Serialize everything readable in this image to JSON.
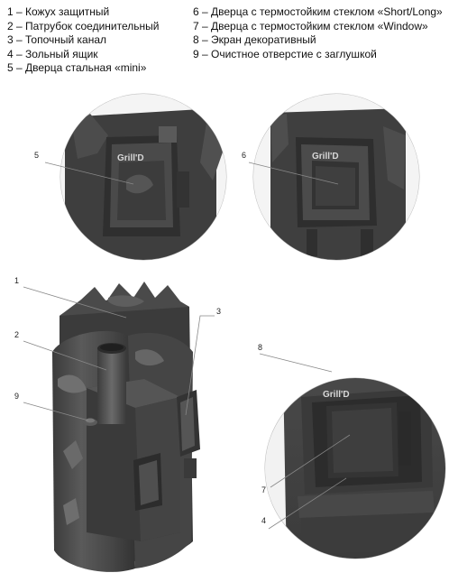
{
  "legend": {
    "left": [
      "1 – Кожух защитный",
      "2 – Патрубок соединительный",
      "3 – Топочный канал",
      "4 – Зольный ящик",
      "5 – Дверца стальная «mini»"
    ],
    "right": [
      "6 – Дверца с термостойким стеклом «Short/Long»",
      "7 – Дверца с термостойким стеклом «Window»",
      "8 – Экран декоративный",
      "9 – Очистное отверстие с заглушкой"
    ]
  },
  "callouts": {
    "c1": "1",
    "c2": "2",
    "c3": "3",
    "c4": "4",
    "c5": "5",
    "c6": "6",
    "c7": "7",
    "c8": "8",
    "c9": "9"
  },
  "brand": "Grill'D",
  "colors": {
    "metal_dark": "#3a3a3a",
    "metal_mid": "#4d4d4d",
    "metal_light": "#6a6a6a"
  }
}
